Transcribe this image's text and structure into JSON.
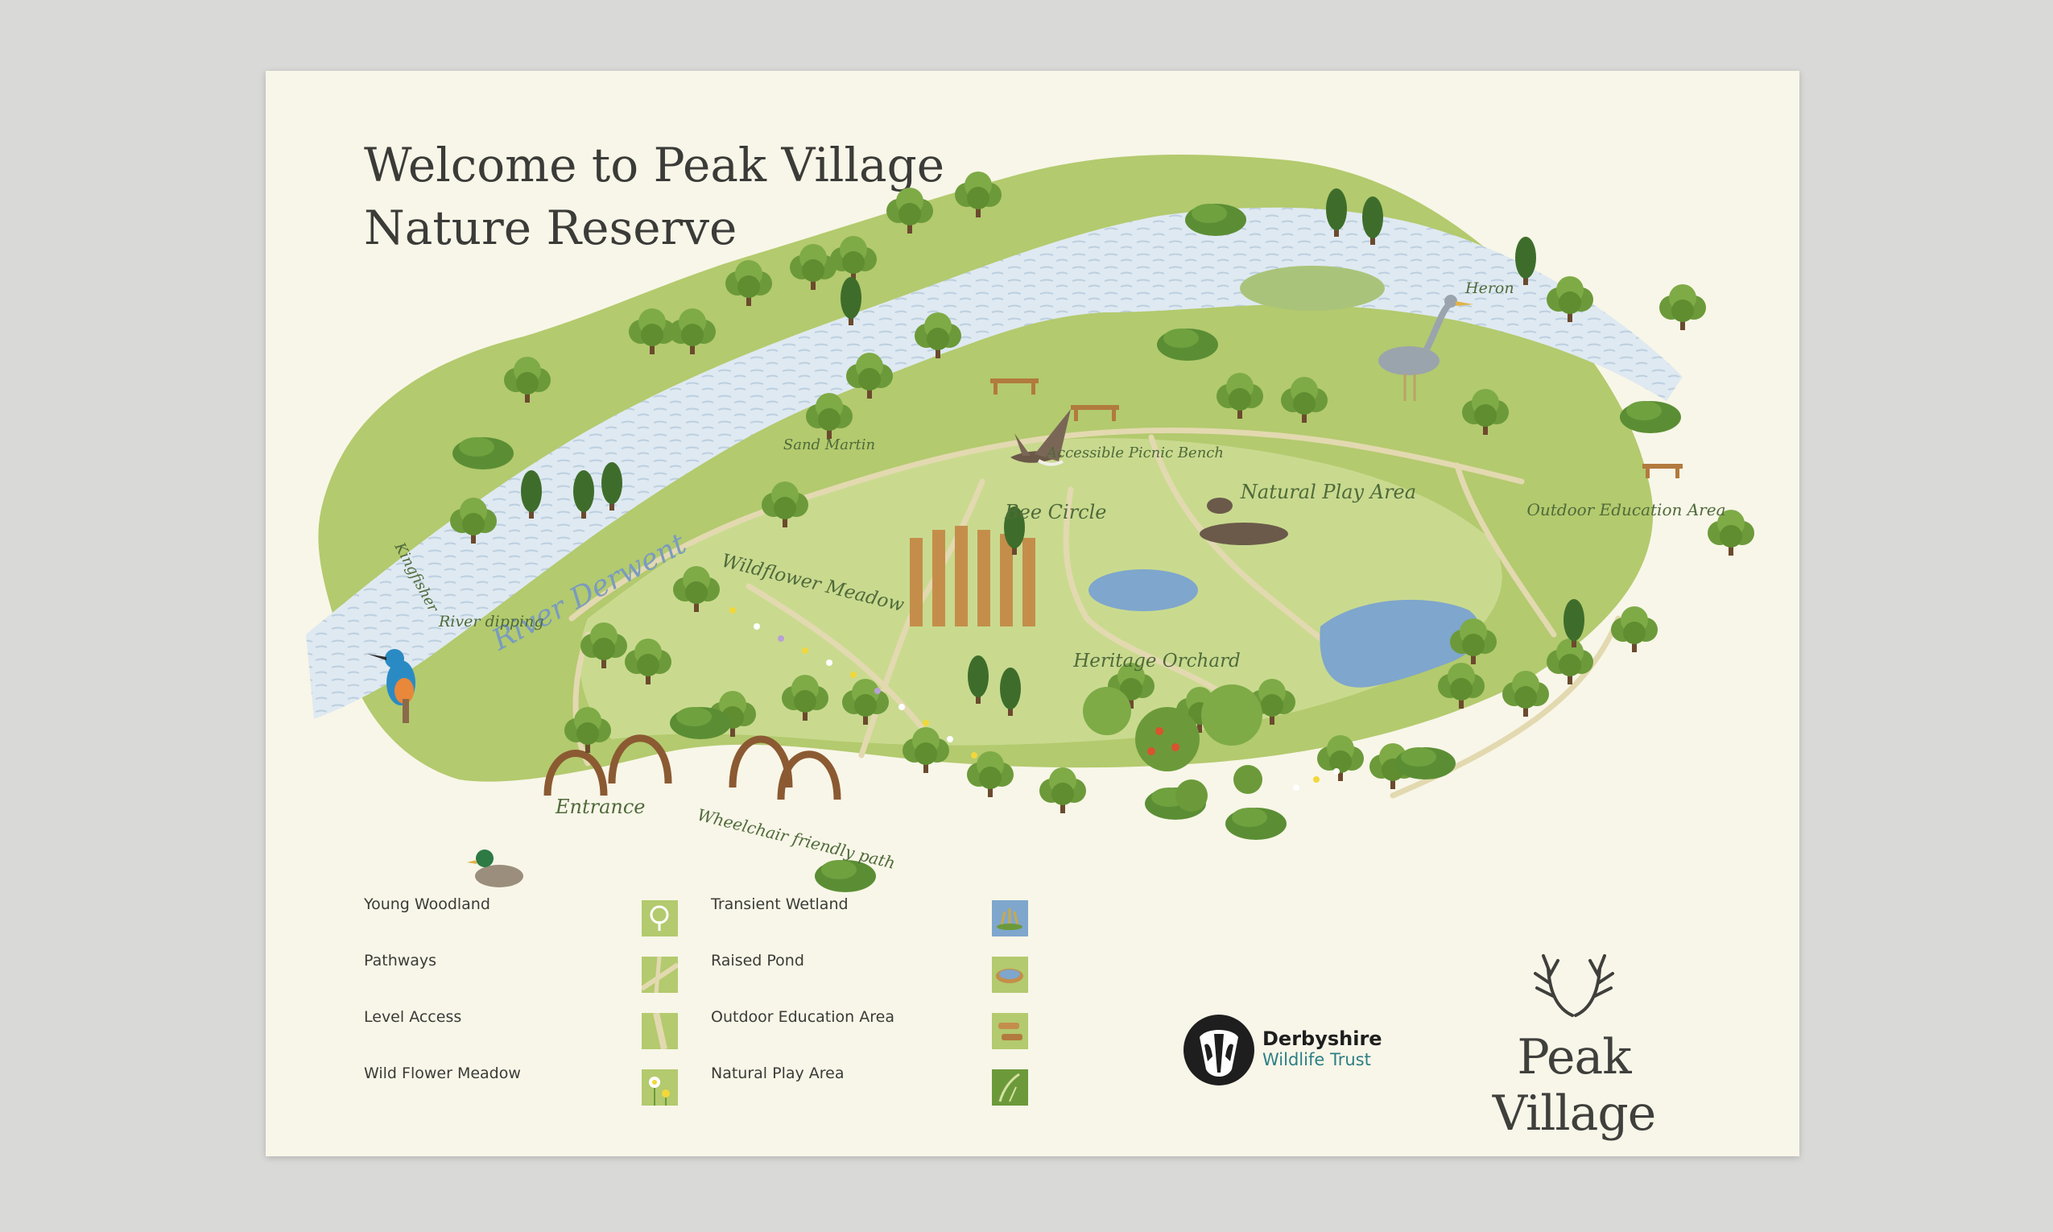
{
  "title": {
    "line1": "Welcome to Peak Village",
    "line2": "Nature Reserve"
  },
  "map_labels": {
    "river": "River Derwent",
    "heron": "Heron",
    "sand_martin": "Sand Martin",
    "kingfisher": "Kingfisher",
    "river_dipping": "River dipping",
    "accessible_picnic_bench": "Accessible Picnic Bench",
    "bee_circle": "Bee Circle",
    "natural_play_area": "Natural Play Area",
    "outdoor_education_area": "Outdoor Education Area",
    "wildflower_meadow": "Wildflower Meadow",
    "heritage_orchard": "Heritage Orchard",
    "entrance": "Entrance",
    "wheelchair_path": "Wheelchair friendly path"
  },
  "legend": {
    "left": [
      {
        "label": "Young Woodland",
        "icon": "young-woodland-icon"
      },
      {
        "label": "Pathways",
        "icon": "pathways-icon"
      },
      {
        "label": "Level Access",
        "icon": "level-access-icon"
      },
      {
        "label": "Wild Flower Meadow",
        "icon": "wild-flower-meadow-icon"
      }
    ],
    "right": [
      {
        "label": "Transient Wetland",
        "icon": "transient-wetland-icon"
      },
      {
        "label": "Raised Pond",
        "icon": "raised-pond-icon"
      },
      {
        "label": "Outdoor Education Area",
        "icon": "outdoor-education-area-icon"
      },
      {
        "label": "Natural Play Area",
        "icon": "natural-play-area-icon"
      }
    ]
  },
  "logos": {
    "derbyshire_line1": "Derbyshire",
    "derbyshire_line2": "Wildlife Trust",
    "peak_village": "Peak Village"
  },
  "colors": {
    "background": "#d9d9d7",
    "paper": "#f8f6e8",
    "land": "#b3ca6e",
    "meadow": "#d5e2a1",
    "river": "#dfe9f1",
    "pond": "#7fa6cc",
    "tree_canopy": "#6c9a3a",
    "path": "#e3d9b0",
    "trust_teal": "#2c7f86"
  }
}
